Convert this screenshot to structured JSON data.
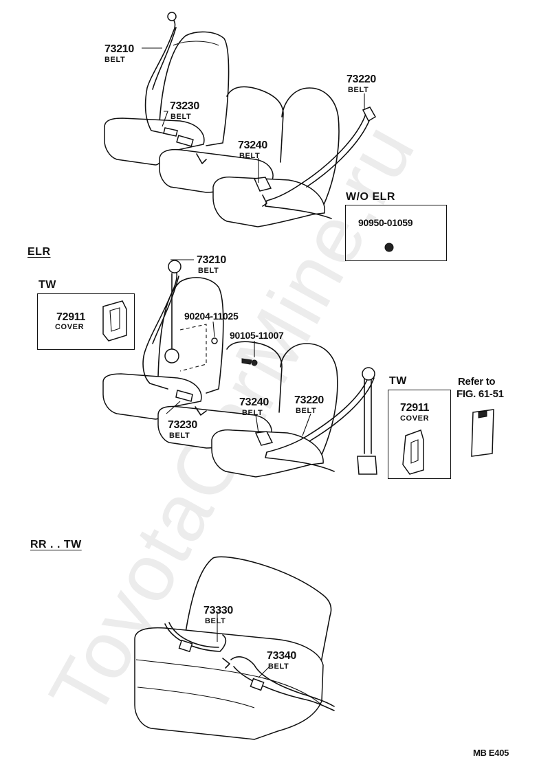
{
  "watermark": "ToyotaCarMine.ru",
  "labels": {
    "p73210_top": "73210",
    "belt_73210_top": "BELT",
    "p73230_top": "73230",
    "belt_73230_top": "BELT",
    "p73240_top": "73240",
    "belt_73240_top": "BELT",
    "p73220_top": "73220",
    "belt_73220_top": "BELT",
    "wo_elr": "W/O ELR",
    "p90950": "90950-01059",
    "elr": "ELR",
    "tw_left": "TW",
    "p72911_left": "72911",
    "cover_left": "COVER",
    "p73210_mid": "73210",
    "belt_73210_mid": "BELT",
    "p90204": "90204-11025",
    "p90105": "90105-11007",
    "p73240_mid": "73240",
    "belt_73240_mid": "BELT",
    "p73220_mid": "73220",
    "belt_73220_mid": "BELT",
    "p73230_mid": "73230",
    "belt_73230_mid": "BELT",
    "tw_right": "TW",
    "p72911_right": "72911",
    "cover_right": "COVER",
    "refer_to": "Refer to",
    "fig": "FIG. 61-51",
    "rr_tw": "RR . . TW",
    "p73330": "73330",
    "belt_73330": "BELT",
    "p73340": "73340",
    "belt_73340": "BELT",
    "footer_code": "MB  E405"
  }
}
